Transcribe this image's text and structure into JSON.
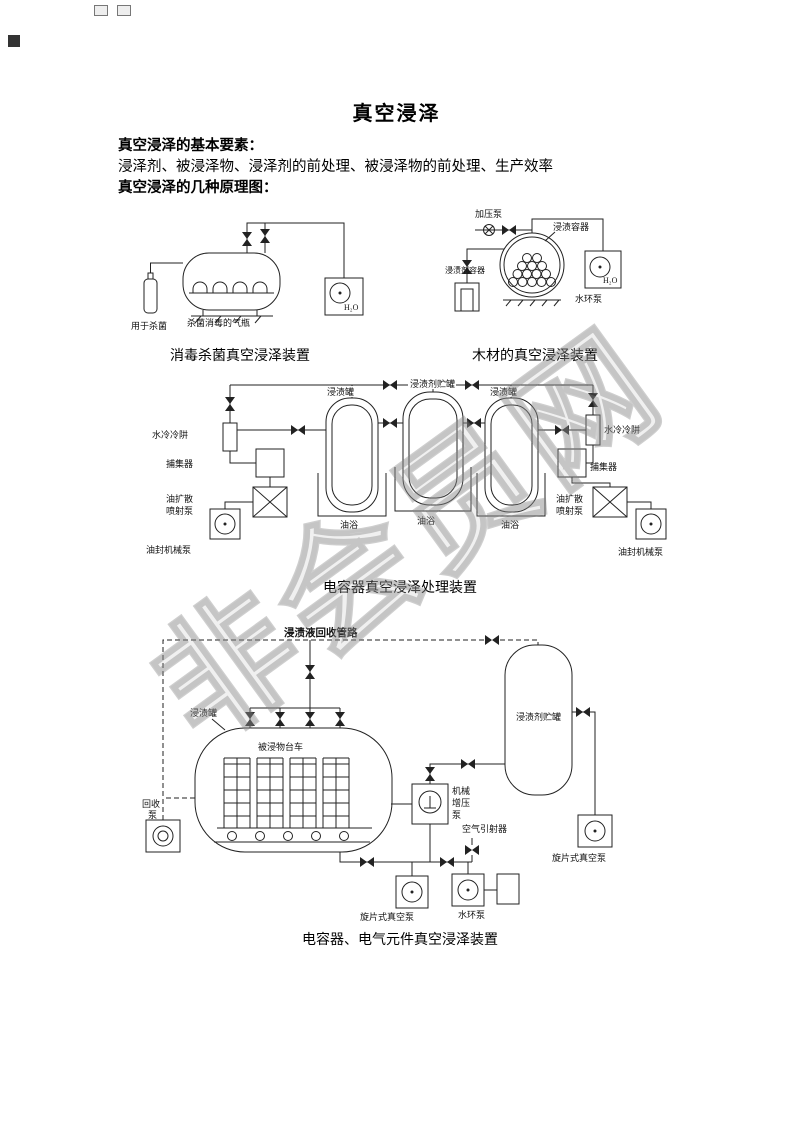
{
  "page": {
    "title": "真空浸泽",
    "watermark": "非会员网"
  },
  "intro": {
    "heading_basics": "真空浸泽的基本要素：",
    "basics_text": "浸泽剂、被浸泽物、浸泽剂的前处理、被浸泽物的前处理、生产效率",
    "heading_diagrams": "真空浸泽的几种原理图："
  },
  "diagram1": {
    "caption": "消毒杀菌真空浸泽装置",
    "labels": {
      "for_sterilize": "用于杀菌",
      "gas_bottle": "杀菌消毒的气瓶",
      "water": "H₂O"
    }
  },
  "diagram2": {
    "caption": "木材的真空浸泽装置",
    "labels": {
      "pressure_pump": "加压泵",
      "impregnation_vessel": "浸渍容器",
      "agent_container": "浸渍剂容器",
      "water": "H₂O",
      "water_ring_pump": "水环泵"
    }
  },
  "diagram3": {
    "caption": "电容器真空浸泽处理装置",
    "labels": {
      "tank_left": "浸渍罐",
      "tank_center": "浸渍剂贮罐",
      "tank_right": "浸渍罐",
      "cold_trap_left": "水冷冷阱",
      "collector_left": "捕集器",
      "diffusion_l1_left": "油扩散",
      "diffusion_l2_left": "喷射泵",
      "mech_pump_left": "油封机械泵",
      "oil_bath_1": "油浴",
      "oil_bath_2": "油浴",
      "oil_bath_3": "油浴",
      "cold_trap_right": "水冷冷阱",
      "collector_right": "捕集器",
      "diffusion_l1_right": "油扩散",
      "diffusion_l2_right": "喷射泵",
      "mech_pump_right": "油封机械泵"
    }
  },
  "diagram4": {
    "caption": "电容器、电气元件真空浸泽装置",
    "labels": {
      "recovery_line": "浸渍液回收管路",
      "tank": "浸渍罐",
      "trolley": "被浸物台车",
      "storage_tank": "浸渍剂贮罐",
      "recovery_l1": "回收",
      "recovery_l2": "泵",
      "booster_l1": "机械",
      "booster_l2": "增压",
      "booster_l3": "泵",
      "air_ejector": "空气引射器",
      "rotary_pump_right": "旋片式真空泵",
      "rotary_pump_bottom": "旋片式真空泵",
      "water_ring_pump": "水环泵"
    }
  }
}
